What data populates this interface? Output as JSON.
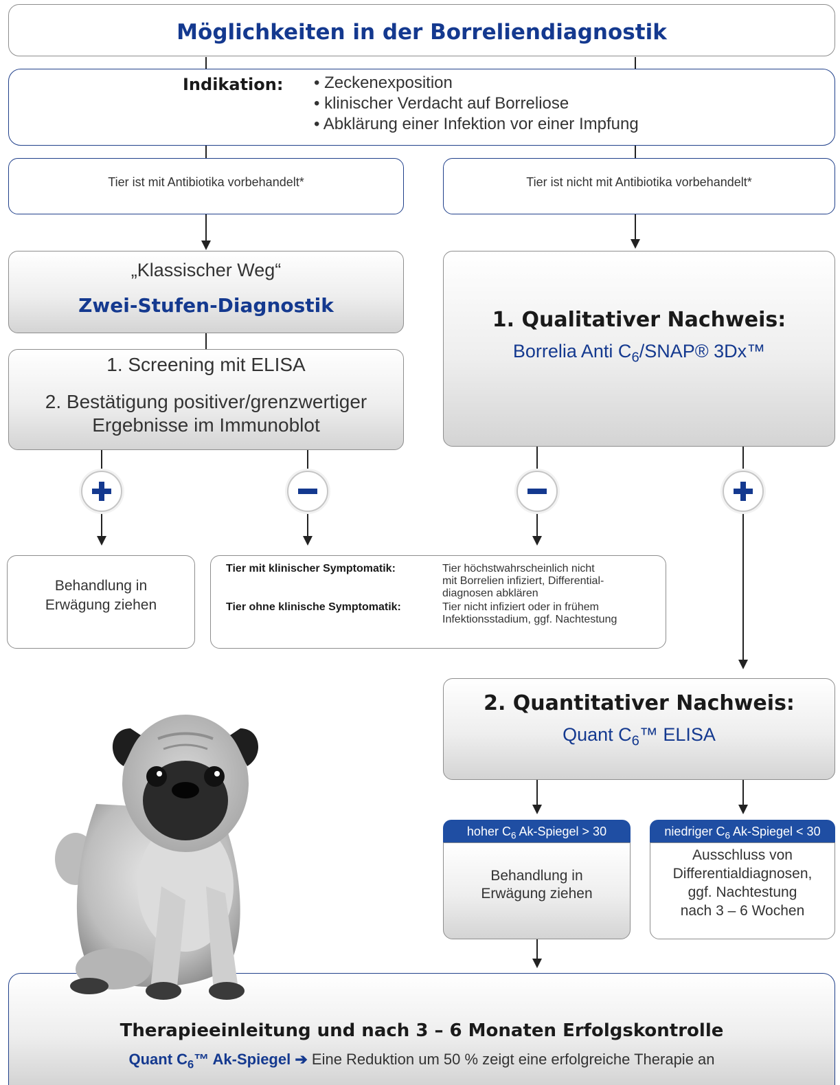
{
  "title": "Möglichkeiten in der Borreliendiagnostik",
  "indication": {
    "label": "Indikation:",
    "items": [
      "• Zeckenexposition",
      "• klinischer Verdacht auf Borreliose",
      "• Abklärung einer Infektion vor einer Impfung"
    ]
  },
  "left_branch": {
    "condition": "Tier ist mit Antibiotika vorbehandelt*",
    "subtitle": "„Klassischer Weg“",
    "title": "Zwei-Stufen-Diagnostik",
    "step1": "1. Screening mit ELISA",
    "step2_line1": "2. Bestätigung positiver/grenzwertiger",
    "step2_line2": "Ergebnisse im Immunoblot",
    "positive_result_line1": "Behandlung in",
    "positive_result_line2": "Erwägung ziehen"
  },
  "right_branch": {
    "condition": "Tier ist nicht mit Antibiotika vorbehandelt*",
    "qual_title": "1. Qualitativer Nachweis:",
    "qual_test_a": "Borrelia Anti C",
    "qual_test_sub": "6",
    "qual_test_b": "/SNAP® 3Dx™",
    "quant_title": "2. Quantitativer Nachweis:",
    "quant_test_a": "Quant C",
    "quant_test_sub": "6",
    "quant_test_b": "™ ELISA",
    "high": {
      "tag_a": "hoher C",
      "tag_sub": "6",
      "tag_b": " Ak-Spiegel > 30",
      "line1": "Behandlung in",
      "line2": "Erwägung ziehen"
    },
    "low": {
      "tag_a": "niedriger C",
      "tag_sub": "6",
      "tag_b": " Ak-Spiegel < 30",
      "line1": "Ausschluss von",
      "line2": "Differentialdiagnosen,",
      "line3": "ggf. Nachtestung",
      "line4": "nach 3 – 6 Wochen"
    }
  },
  "negative_box": {
    "row1_label": "Tier mit klinischer Symptomatik:",
    "row1_line1": "Tier höchstwahrscheinlich nicht",
    "row1_line2": "mit Borrelien infiziert, Differential-",
    "row1_line3": "diagnosen abklären",
    "row2_label": "Tier ohne klinische Symptomatik:",
    "row2_line1": "Tier nicht infiziert oder in frühem",
    "row2_line2": "Infektionsstadium, ggf. Nachtestung"
  },
  "symbols": [
    "plus-icon",
    "minus-icon",
    "minus-icon",
    "plus-icon"
  ],
  "therapy": {
    "title": "Therapieeinleitung und nach 3 – 6 Monaten Erfolgskontrolle",
    "label_a": "Quant C",
    "label_sub": "6",
    "label_b": "™ Ak-Spiegel",
    "text": "Eine Reduktion um 50 % zeigt eine erfolgreiche Therapie an"
  },
  "colors": {
    "navy": "#14398f",
    "tag_blue": "#1f4ea3",
    "box_border": "#1f3f8a"
  }
}
